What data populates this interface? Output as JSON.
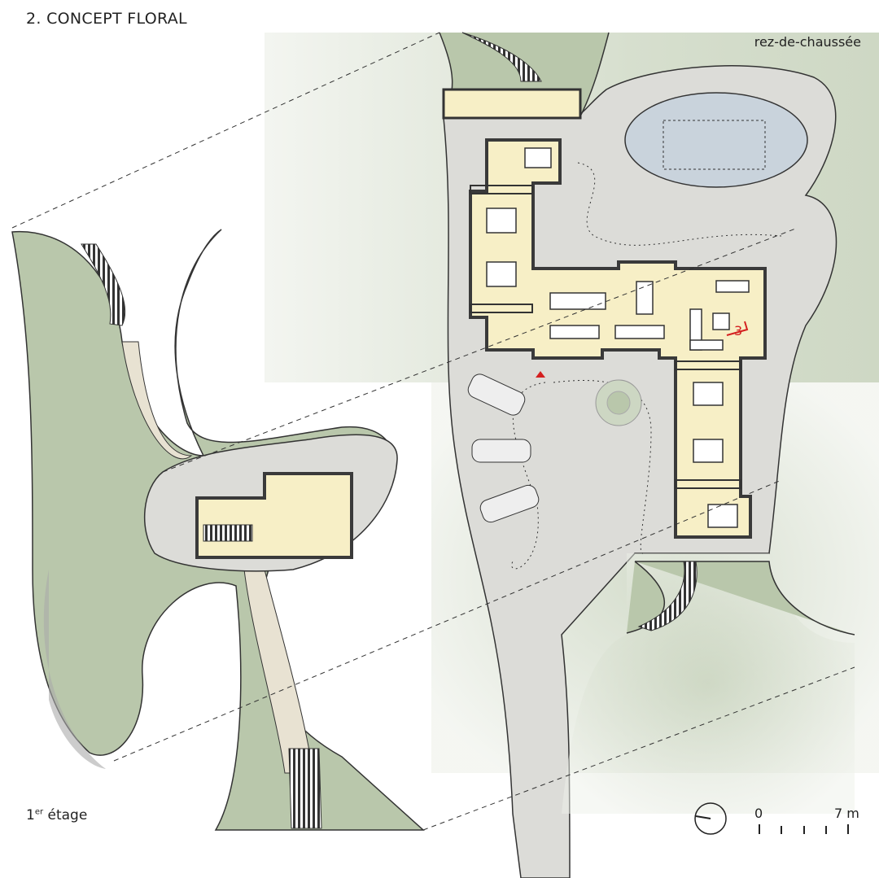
{
  "title": "2. CONCEPT FLORAL",
  "plans": {
    "ground_floor_label": "rez-de-chaussée",
    "first_floor_label_sup": "er",
    "first_floor_label_num": "1",
    "first_floor_label_text": "étage"
  },
  "annotation": {
    "room_mark": "3",
    "color": "#d42020"
  },
  "scale_bar": {
    "start": "0",
    "end": "7 m"
  },
  "colors": {
    "vegetation": "#b9c7ab",
    "paving": "#dcdcd8",
    "interior": "#f7efc6",
    "walls": "#3a3a3a",
    "pool": "#c9d3dc"
  }
}
